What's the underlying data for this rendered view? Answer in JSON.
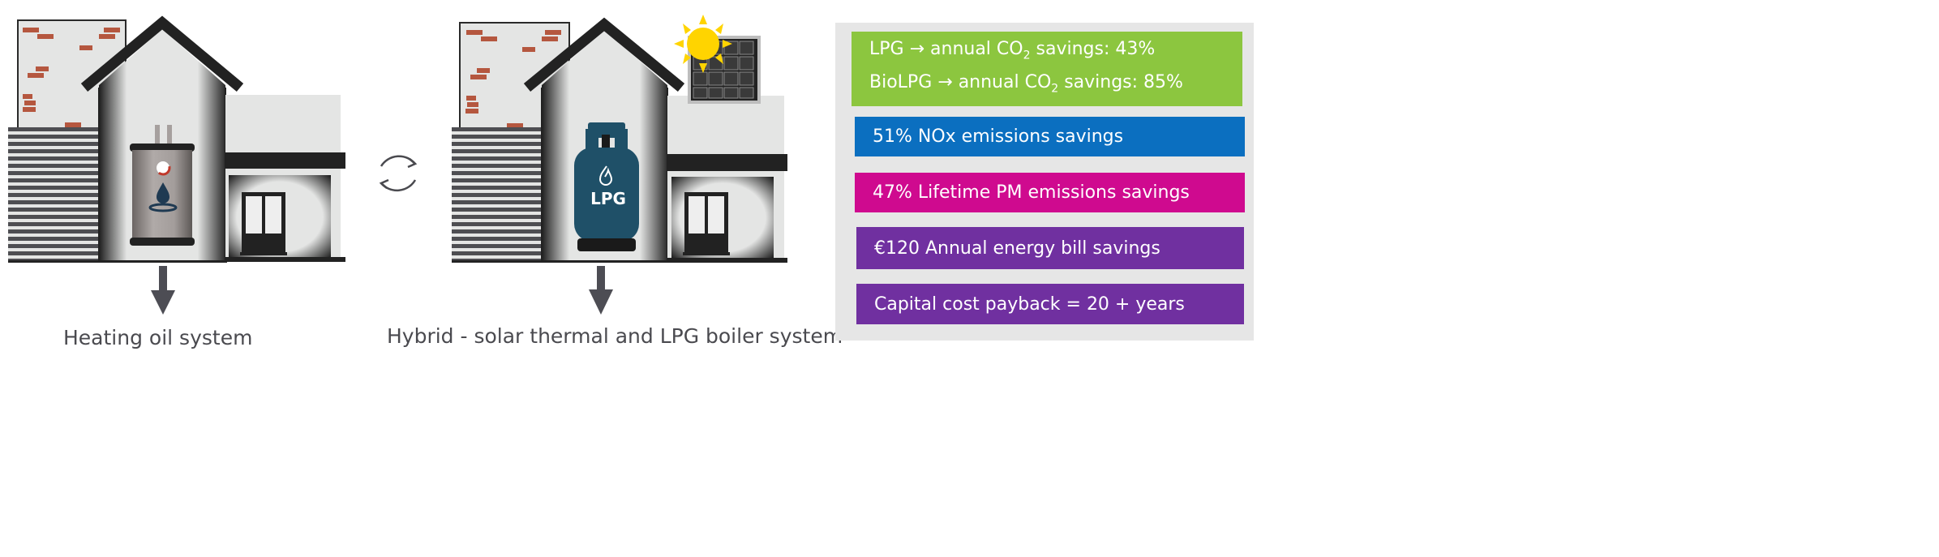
{
  "captions": {
    "left": "Heating oil system",
    "right": "Hybrid - solar thermal and LPG boiler system"
  },
  "cylinder_label": "LPG",
  "benefits": {
    "co2": {
      "lpg_prefix": "LPG",
      "lpg_text": "annual CO",
      "lpg_value": "savings: 43%",
      "biolpg_prefix": "BioLPG",
      "biolpg_text": "annual CO",
      "biolpg_value": "savings: 85%",
      "subscript": "2",
      "arrow": "→",
      "color": "#8cc63f"
    },
    "nox": {
      "text": "51% NOx emissions savings",
      "color": "#0b6fc0"
    },
    "pm": {
      "text": "47% Lifetime PM emissions savings",
      "color": "#cf0a8f"
    },
    "bill": {
      "text": "€120 Annual energy bill savings",
      "color": "#7030a0"
    },
    "payback": {
      "text": "Capital cost payback = 20 + years",
      "color": "#7030a0"
    }
  },
  "colors": {
    "roof": "#222222",
    "wall": "#e4e5e4",
    "brick": "#b5573f",
    "boiler": "#a6a09e",
    "cylinder": "#1f5068",
    "arrow": "#4d4d54",
    "sun": "#ffd400",
    "panel_bg": "#e6e6e6"
  },
  "icons": [
    "oil-boiler-icon",
    "lpg-cylinder-icon",
    "solar-panel-icon",
    "sun-icon",
    "exchange-cycle-icon",
    "down-arrow-icon"
  ]
}
